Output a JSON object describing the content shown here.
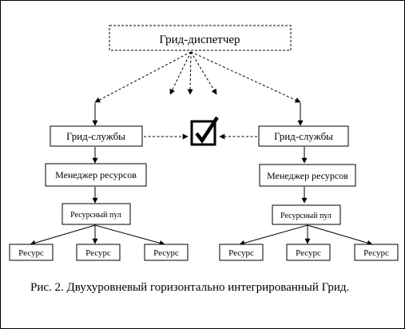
{
  "diagram": {
    "dispatcher": "Грид-диспетчер",
    "left": {
      "services": "Грид-службы",
      "manager": "Менеджер ресурсов",
      "pool": "Ресурсный пул",
      "resources": [
        "Ресурс",
        "Ресурс",
        "Ресурс"
      ]
    },
    "right": {
      "services": "Грид-службы",
      "manager": "Менеджер ресурсов",
      "pool": "Ресурсный пул",
      "resources": [
        "Ресурс",
        "Ресурс",
        "Ресурс"
      ]
    },
    "center_icon": "checkbox-checked-icon"
  },
  "caption": "Рис. 2. Двухуровневый горизонтально интегрированный Грид."
}
